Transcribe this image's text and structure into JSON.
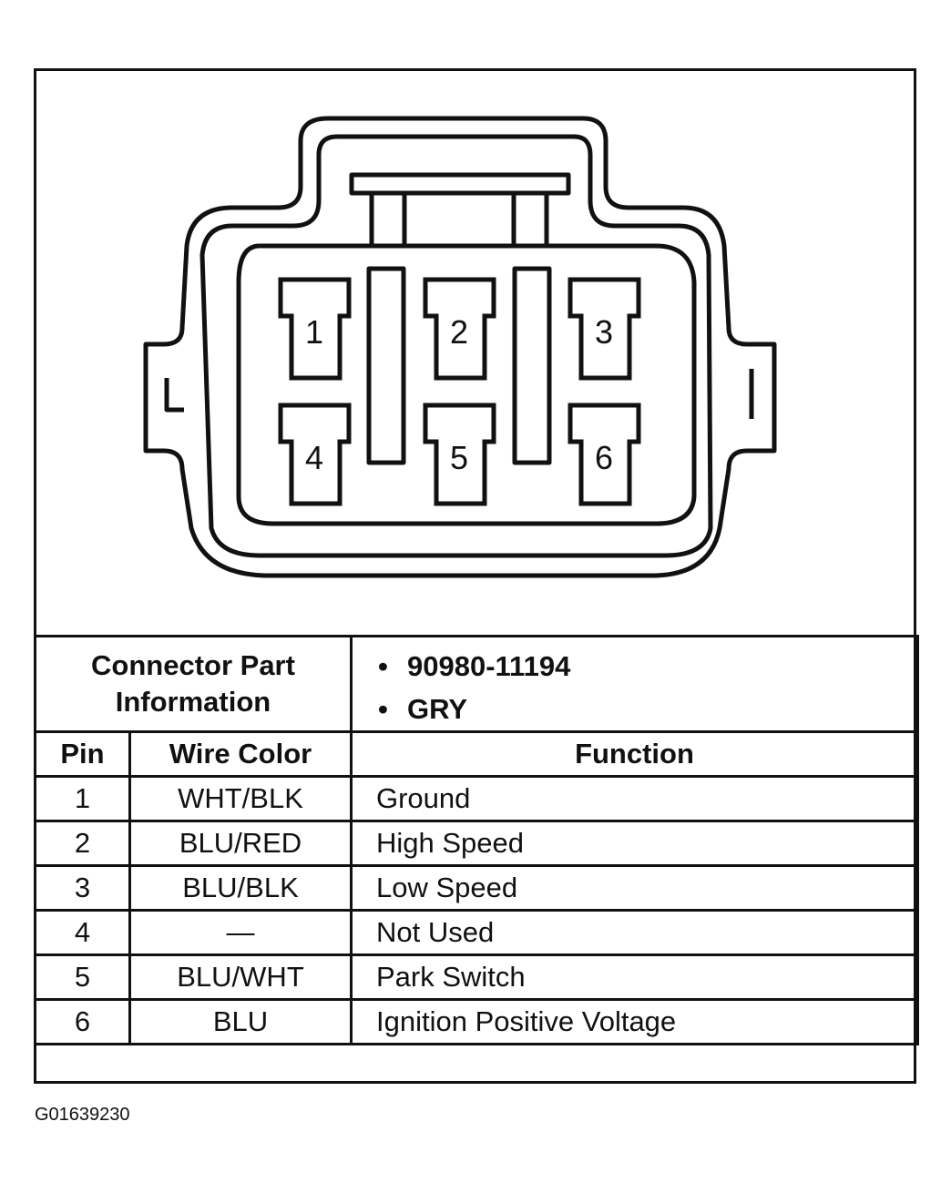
{
  "connector": {
    "pin_labels": [
      "1",
      "2",
      "3",
      "4",
      "5",
      "6"
    ]
  },
  "part_info": {
    "label": "Connector Part Information",
    "items": [
      "90980-11194",
      "GRY"
    ]
  },
  "table": {
    "headers": {
      "pin": "Pin",
      "wire_color": "Wire Color",
      "function": "Function"
    },
    "rows": [
      {
        "pin": "1",
        "wire_color": "WHT/BLK",
        "function": "Ground"
      },
      {
        "pin": "2",
        "wire_color": "BLU/RED",
        "function": "High Speed"
      },
      {
        "pin": "3",
        "wire_color": "BLU/BLK",
        "function": "Low Speed"
      },
      {
        "pin": "4",
        "wire_color": "—",
        "function": "Not Used"
      },
      {
        "pin": "5",
        "wire_color": "BLU/WHT",
        "function": "Park Switch"
      },
      {
        "pin": "6",
        "wire_color": "BLU",
        "function": "Ignition Positive Voltage"
      }
    ]
  },
  "figure_id": "G01639230"
}
